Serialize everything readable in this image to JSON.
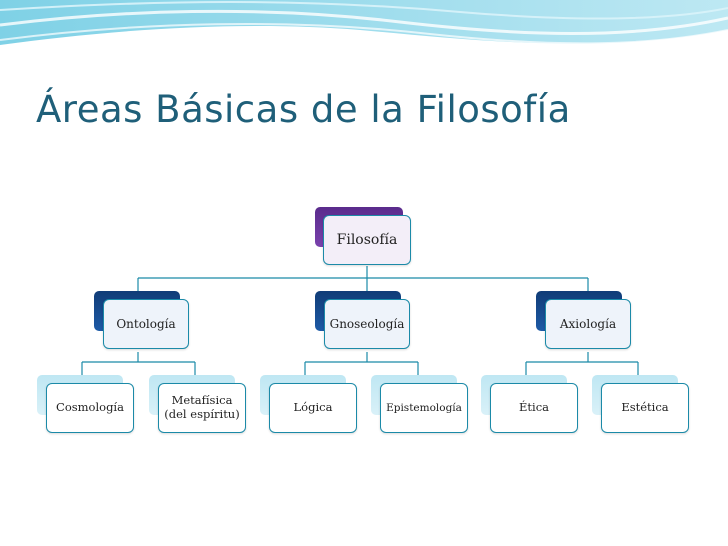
{
  "slide": {
    "title": "Áreas Básicas de la Filosofía"
  },
  "diagram": {
    "root": "Filosofía",
    "branches": [
      {
        "label": "Ontología",
        "children": [
          "Cosmología",
          "Metafísica\n(del espíritu)"
        ]
      },
      {
        "label": "Gnoseología",
        "children": [
          "Lógica",
          "Epistemología"
        ]
      },
      {
        "label": "Axiología",
        "children": [
          "Ética",
          "Estética"
        ]
      }
    ]
  },
  "colors": {
    "title": "#1f5f79",
    "root_tab": "#5a2b8c",
    "branch_tab": "#103c77",
    "leaf_tab": "#bfe7f3",
    "connector": "#1b8aa8"
  }
}
